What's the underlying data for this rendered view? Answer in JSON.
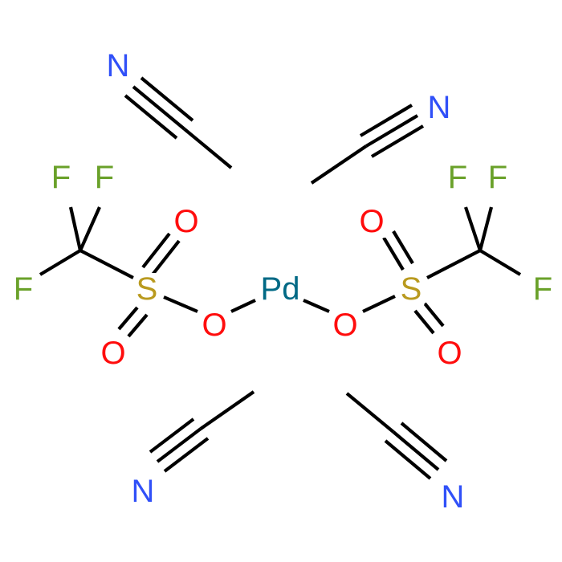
{
  "colors": {
    "bond": "#000000",
    "F": "#6aa12a",
    "O": "#ff0d0d",
    "S": "#b99a1f",
    "N": "#3050f8",
    "Pd": "#006985"
  },
  "atoms": {
    "F_left_top1": "F",
    "F_left_top2": "F",
    "F_left_side": "F",
    "O_left_top": "O",
    "S_left": "S",
    "O_left_bottom": "O",
    "O_left_link": "O",
    "Pd": "Pd",
    "O_right_link": "O",
    "S_right": "S",
    "O_right_top": "O",
    "O_right_bottom": "O",
    "F_right_top1": "F",
    "F_right_top2": "F",
    "F_right_side": "F",
    "N_top_left": "N",
    "N_top_right": "N",
    "N_bottom_left": "N",
    "N_bottom_right": "N"
  }
}
